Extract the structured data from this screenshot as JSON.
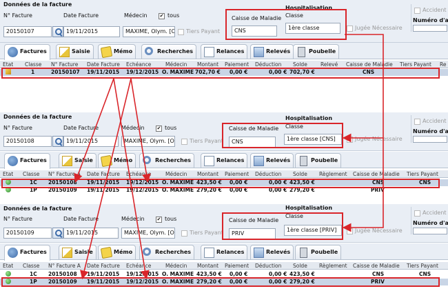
{
  "labels": {
    "donnees_facture": "Données de la facture",
    "no_facture": "N° Facture",
    "date_facture": "Date Facture",
    "medecin": "Médecin",
    "tous": "tous",
    "tiers_payant": "Tiers Payant",
    "caisse_maladie": "Caisse de Maladie",
    "hospitalisation": "Hospitalisation",
    "classe": "Classe",
    "jugee_necessaire": "Jugée Nécessaire",
    "accident": "Accident",
    "numero_accident": "Numéro d'ac"
  },
  "tabs": [
    "Factures",
    "Saisie",
    "Mémo",
    "Recherches",
    "Relances",
    "Relevés",
    "Poubelle"
  ],
  "headers_top": [
    "Etat",
    "Classe",
    "N° Facture",
    "Date Facture",
    "Echéance",
    "Médecin",
    "Montant",
    "Paiement",
    "Déduction",
    "Solde",
    "Relevé",
    "Caisse de Maladie",
    "Tiers Payant",
    "Re"
  ],
  "headers_mid": [
    "Etat",
    "Classe",
    "N° Facture A",
    "Date Facture",
    "Echéance",
    "Médecin",
    "Montant",
    "Paiement",
    "Déduction",
    "Solde",
    "Règlement",
    "Caisse de Maladie",
    "Tiers Payant"
  ],
  "panels": [
    {
      "no_facture": "20150107",
      "date_facture": "19/11/2015",
      "medecin": "MAXIME, Olym. [OIM]",
      "caisse": "CNS",
      "classe": "1ère classe",
      "rows": [
        {
          "classe": "1",
          "no": "20150107",
          "date": "19/11/2015",
          "echeance": "19/12/2015",
          "medecin": "O. MAXIME",
          "montant": "702,70 €",
          "paiement": "0,00 €",
          "deduction": "0,00 €",
          "solde": "702,70 €",
          "caisse": "CNS",
          "tiers": ""
        }
      ]
    },
    {
      "no_facture": "20150108",
      "date_facture": "19/11/2015",
      "medecin": "MAXIME, Olym. [OIM]",
      "caisse": "CNS",
      "classe": "1ère classe [CNS]",
      "rows": [
        {
          "classe": "1C",
          "no": "20150108",
          "date": "19/11/2015",
          "echeance": "19/12/2015",
          "medecin": "O. MAXIME",
          "montant": "423,50 €",
          "paiement": "0,00 €",
          "deduction": "0,00 €",
          "solde": "423,50 €",
          "caisse": "CNS",
          "tiers": "CNS"
        },
        {
          "classe": "1P",
          "no": "20150109",
          "date": "19/11/2015",
          "echeance": "19/12/2015",
          "medecin": "O. MAXIME",
          "montant": "279,20 €",
          "paiement": "0,00 €",
          "deduction": "0,00 €",
          "solde": "279,20 €",
          "caisse": "PRIV",
          "tiers": ""
        }
      ]
    },
    {
      "no_facture": "20150109",
      "date_facture": "19/11/2015",
      "medecin": "MAXIME, Olym. [OIM]",
      "caisse": "PRIV",
      "classe": "1ère classe [PRIV]",
      "rows": [
        {
          "classe": "1C",
          "no": "20150108",
          "date": "19/11/2015",
          "echeance": "19/12/2015",
          "medecin": "O. MAXIME",
          "montant": "423,50 €",
          "paiement": "0,00 €",
          "deduction": "0,00 €",
          "solde": "423,50 €",
          "caisse": "CNS",
          "tiers": "CNS"
        },
        {
          "classe": "1P",
          "no": "20150109",
          "date": "19/11/2015",
          "echeance": "19/12/2015",
          "medecin": "O. MAXIME",
          "montant": "279,20 €",
          "paiement": "0,00 €",
          "deduction": "0,00 €",
          "solde": "279,20 €",
          "caisse": "PRIV",
          "tiers": ""
        }
      ]
    }
  ],
  "colors": {
    "highlight_box": "#d9252a",
    "selected_row": "#c9d5e6",
    "strip_bg": "#e9eef5"
  },
  "icons": [
    "search-icon",
    "factures-icon",
    "saisie-icon",
    "memo-icon",
    "recherches-icon",
    "relances-icon",
    "releves-icon",
    "poubelle-icon",
    "status-edit-icon",
    "status-ok-icon"
  ]
}
